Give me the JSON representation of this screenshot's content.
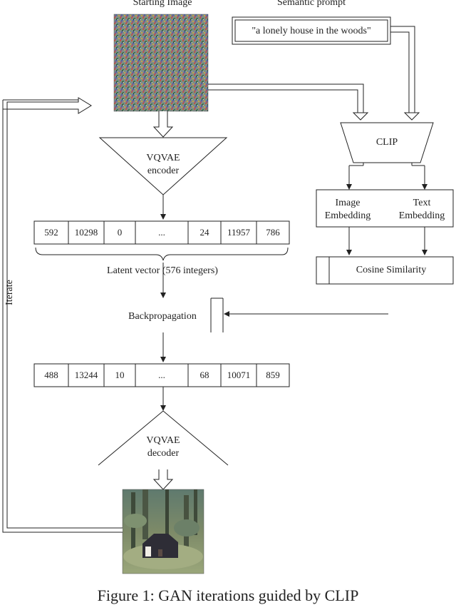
{
  "titles": {
    "starting_image": "Starting Image",
    "semantic_prompt": "Semantic prompt"
  },
  "prompt_text": "\"a lonely house in the woods\"",
  "encoder": {
    "line1": "VQVAE",
    "line2": "encoder"
  },
  "decoder": {
    "line1": "VQVAE",
    "line2": "decoder"
  },
  "clip": {
    "label": "CLIP"
  },
  "embeddings": {
    "image": {
      "line1": "Image",
      "line2": "Embedding"
    },
    "text": {
      "line1": "Text",
      "line2": "Embedding"
    }
  },
  "cosine_label": "Cosine Similarity",
  "latent_vector_before": [
    "592",
    "10298",
    "0",
    "...",
    "24",
    "11957",
    "786"
  ],
  "latent_label": "Latent vector  (576 integers)",
  "backprop_label": "Backpropagation",
  "latent_vector_after": [
    "488",
    "13244",
    "10",
    "...",
    "68",
    "10071",
    "859"
  ],
  "iterate_label": "Iterate",
  "caption": "Figure 1: GAN iterations guided by CLIP",
  "colors": {
    "line": "#222222",
    "noise_bg": "#7a8a84",
    "forest_bg": "#6f7d63"
  }
}
